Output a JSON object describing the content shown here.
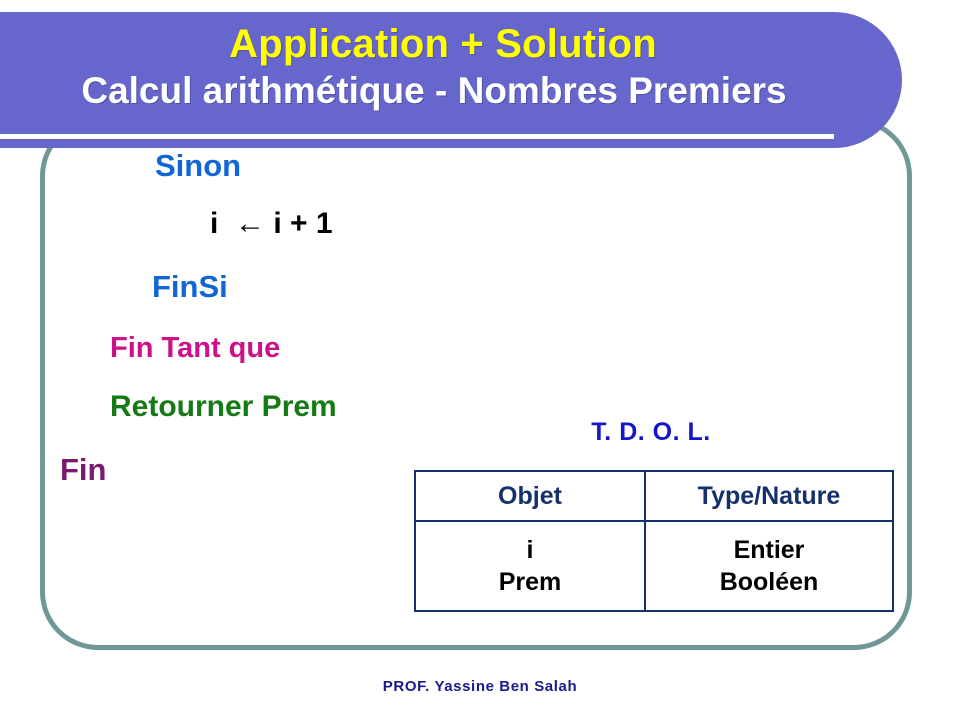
{
  "header": {
    "title_line1": "Application + Solution",
    "title_line2": "Calcul arithmétique - Nombres Premiers",
    "banner_color": "#6666CC",
    "title1_color": "#FFFF00",
    "title2_color": "#FFFFFF",
    "rule_color": "#FFFFFF"
  },
  "frame": {
    "border_color": "#6F9897"
  },
  "algorithm": {
    "lines": [
      {
        "text": "Sinon",
        "color": "#1166D6"
      },
      {
        "text": "i  ← i + 1",
        "color": "#000000"
      },
      {
        "text": "FinSi",
        "color": "#1166D6"
      },
      {
        "text": "Fin Tant que",
        "color": "#CC1188"
      },
      {
        "text": "Retourner Prem",
        "color": "#157A16"
      },
      {
        "text": "Fin",
        "color": "#7A1A6E"
      }
    ]
  },
  "tdol": {
    "title": "T. D. O. L.",
    "title_color": "#1515CC",
    "border_color": "#16306B",
    "headers": [
      "Objet",
      "Type/Nature"
    ],
    "rows": [
      {
        "objet": [
          "i",
          "Prem"
        ],
        "type": [
          "Entier",
          "Booléen"
        ]
      }
    ]
  },
  "footer": {
    "text": "PROF. Yassine Ben Salah",
    "color": "#1A1A8C"
  }
}
